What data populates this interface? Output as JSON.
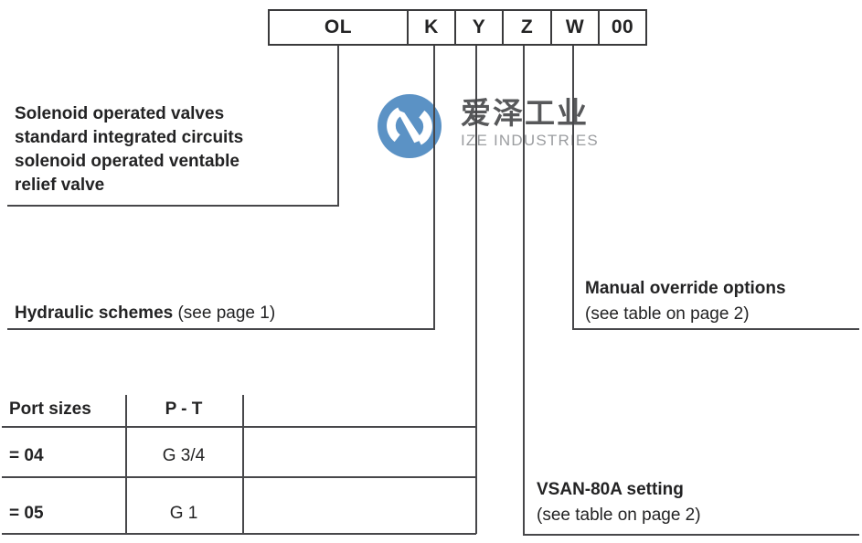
{
  "code": {
    "segments": [
      "OL",
      "K",
      "Y",
      "Z",
      "W",
      "00"
    ]
  },
  "left_block": {
    "lines": [
      "Solenoid operated valves",
      "standard integrated circuits",
      "solenoid operated ventable",
      "relief valve"
    ]
  },
  "hydraulic": {
    "bold": "Hydraulic schemes",
    "normal": " (see page 1)"
  },
  "manual_override": {
    "bold": "Manual override options",
    "normal": "(see table on page 2)"
  },
  "vsan": {
    "bold": "VSAN-80A setting",
    "normal": "(see table on page 2)"
  },
  "port_table": {
    "headers": [
      "Port sizes",
      "P - T"
    ],
    "rows": [
      [
        "= 04",
        "G 3/4"
      ],
      [
        "= 05",
        "G 1"
      ]
    ]
  },
  "watermark": {
    "cn": "爱泽工业",
    "en": "IZE INDUSTRIES",
    "circle_color": "#5b92c5",
    "cn_color": "#57585a",
    "en_color": "#9b9da0"
  },
  "colors": {
    "line": "#47474a",
    "text": "#232324",
    "background": "#ffffff"
  }
}
